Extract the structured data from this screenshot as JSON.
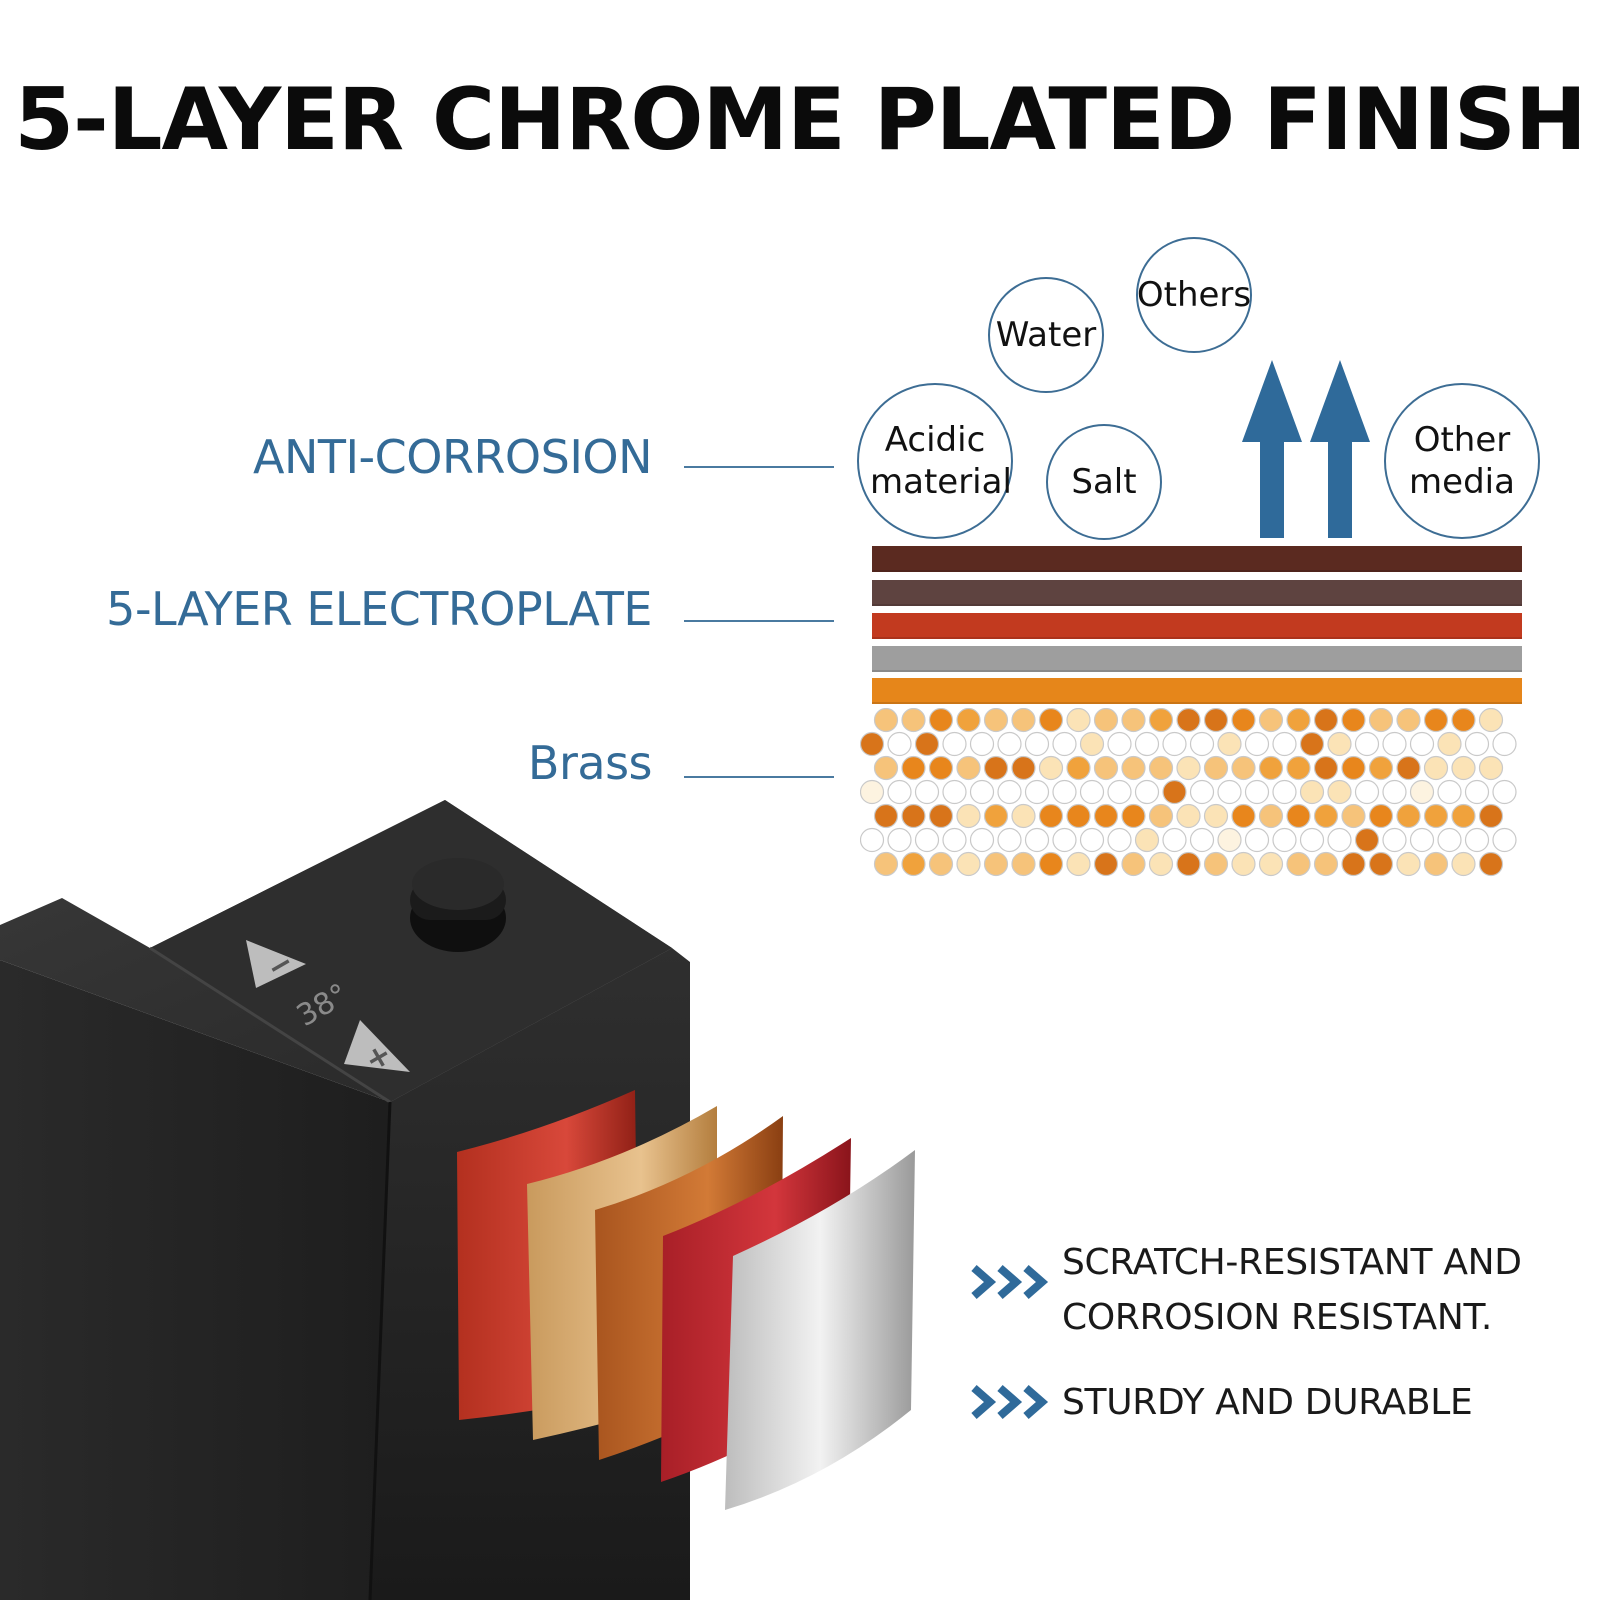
{
  "title": "5-LAYER CHROME PLATED FINISH",
  "labels": {
    "anti_corrosion": "ANTI-CORROSION",
    "electroplate": "5-LAYER ELECTROPLATE",
    "brass": "Brass"
  },
  "bubbles": {
    "acidic": "Acidic material",
    "water": "Water",
    "others": "Others",
    "salt": "Salt",
    "other_media": "Other media"
  },
  "panel": {
    "temperature": "38°",
    "minus": "−",
    "plus": "+"
  },
  "benefits": {
    "first": "SCRATCH-RESISTANT AND CORROSION RESISTANT.",
    "second": "STURDY AND DURABLE"
  },
  "colors": {
    "accent": "#346b97",
    "layer1": "#5b2a20",
    "layer2": "#5e4340",
    "layer3": "#c23a1f",
    "layer4": "#9e9e9e",
    "layer5": "#e6861a",
    "faucet": "#2b2b2b"
  },
  "icons": {
    "arrows": "up-arrow-icon",
    "chevrons": "chevron-right-triple-icon"
  }
}
